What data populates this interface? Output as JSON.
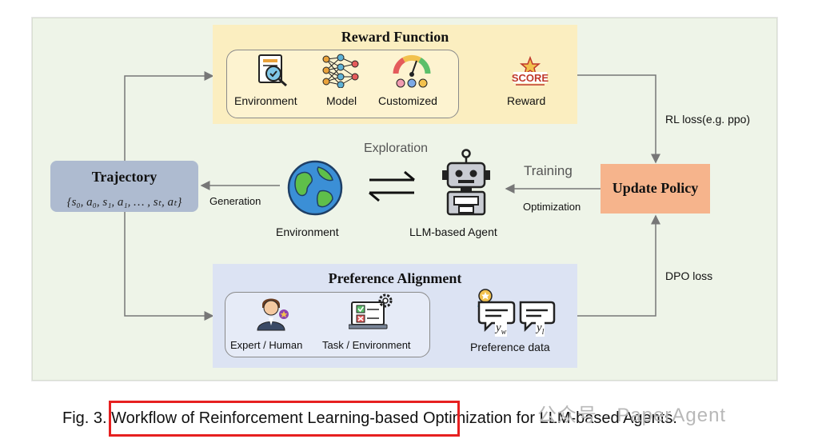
{
  "reward": {
    "title": "Reward Function",
    "items": [
      "Environment",
      "Model",
      "Customized"
    ],
    "output_label": "Reward",
    "score_text": "SCORE"
  },
  "trajectory": {
    "title": "Trajectory",
    "formula": "{s₀, a₀, s₁, a₁, … , sₜ, aₜ}"
  },
  "center": {
    "exploration": "Exploration",
    "environment": "Environment",
    "agent": "LLM-based Agent",
    "generation": "Generation"
  },
  "policy": {
    "title": "Update Policy",
    "training": "Training",
    "optimization": "Optimization",
    "rl_loss": "RL loss(e.g. ppo)",
    "dpo_loss": "DPO loss"
  },
  "preference": {
    "title": "Preference Alignment",
    "items": [
      "Expert / Human",
      "Task / Environment"
    ],
    "output_label": "Preference data",
    "yw": "y_w",
    "yl": "y_l"
  },
  "caption": {
    "prefix": "Fig. 3.",
    "text": "Workflow of Reinforcement Learning-based Optimization for LLM-based Agents."
  },
  "watermark": "公众号 · PaperAgent",
  "colors": {
    "reward_panel": "#fbeec0",
    "preference_panel": "#dce3f3",
    "trajectory_box": "#aebbd0",
    "policy_box": "#f6b48c",
    "highlight": "#e62020"
  }
}
